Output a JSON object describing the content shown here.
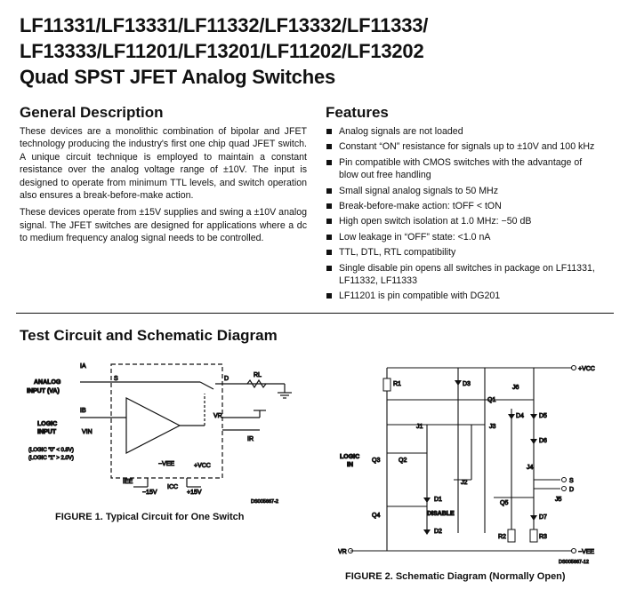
{
  "title": {
    "line1": "LF11331/LF13331/LF11332/LF13332/LF11333/",
    "line2": "LF13333/LF11201/LF13201/LF11202/LF13202",
    "line3": "Quad SPST JFET Analog Switches"
  },
  "general": {
    "heading": "General Description",
    "p1": "These devices are a monolithic combination of bipolar and JFET technology producing the industry's first one chip quad JFET switch. A unique circuit technique is employed to maintain a constant resistance over the analog voltage range of ±10V. The input is designed to operate from minimum TTL levels, and switch operation also ensures a break-before-make action.",
    "p2": "These devices operate from ±15V supplies and swing a ±10V analog signal. The JFET switches are designed for applications where a dc to medium frequency analog signal needs to be controlled."
  },
  "features": {
    "heading": "Features",
    "items": [
      "Analog signals are not loaded",
      "Constant “ON” resistance for signals up to ±10V and 100 kHz",
      "Pin compatible with CMOS switches with the advantage of blow out free handling",
      "Small signal analog signals to 50 MHz",
      "Break-before-make action:       tOFF < tON",
      "High open switch isolation at 1.0 MHz:   −50 dB",
      "Low leakage in “OFF” state:   <1.0 nA",
      "TTL, DTL, RTL compatibility",
      "Single disable pin opens all switches in package on LF11331, LF11332, LF11333",
      "LF11201 is pin compatible with DG201"
    ]
  },
  "section": {
    "heading": "Test Circuit and Schematic Diagram"
  },
  "fig1": {
    "caption": "FIGURE 1. Typical Circuit for One Switch",
    "ia": "IA",
    "s": "S",
    "d": "D",
    "rl": "RL",
    "analog_input": "ANALOG",
    "analog_input2": "INPUT (VA)",
    "ib": "IB",
    "logic": "LOGIC",
    "input": "INPUT",
    "vin": "VIN",
    "logic0": "(LOGIC “0” < 0.8V)",
    "logic1": "(LOGIC “1” > 2.0V)",
    "vr": "VR",
    "ir": "IR",
    "vee": "−VEE",
    "vcc": "+VCC",
    "iee": "IEE",
    "icc": "ICC",
    "m15": "−15V",
    "p15": "+15V",
    "ref": "DS005667-2"
  },
  "fig2": {
    "caption": "FIGURE 2. Schematic Diagram (Normally Open)",
    "vcc": "+VCC",
    "vee": "−VEE",
    "vr": "VR",
    "logic": "LOGIC",
    "in": "IN",
    "disable": "DISABLE",
    "labels": [
      "R1",
      "D3",
      "Q1",
      "J6",
      "J1",
      "J3",
      "D4",
      "D5",
      "D6",
      "Q3",
      "Q2",
      "J4",
      "D1",
      "J2",
      "J5",
      "Q5",
      "D7",
      "Q4",
      "R2",
      "R3",
      "D2",
      "S",
      "D"
    ],
    "ref": "DS005667-12"
  }
}
